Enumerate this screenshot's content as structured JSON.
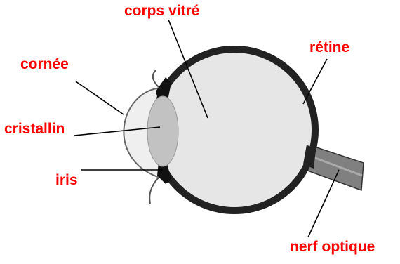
{
  "labels": {
    "corps_vitre": "corps vitré",
    "retine": "rétine",
    "cornee": "cornée",
    "cristallin": "cristallin",
    "iris": "iris",
    "nerf_optique": "nerf optique"
  },
  "colors": {
    "label_text": "#ff0000",
    "leader_line": "#000000",
    "sclera": "#222222",
    "vitreous": "#e6e6e6",
    "lens": "#c2c2c2",
    "cornea": "#efefef",
    "optic_nerve": "#808080"
  }
}
